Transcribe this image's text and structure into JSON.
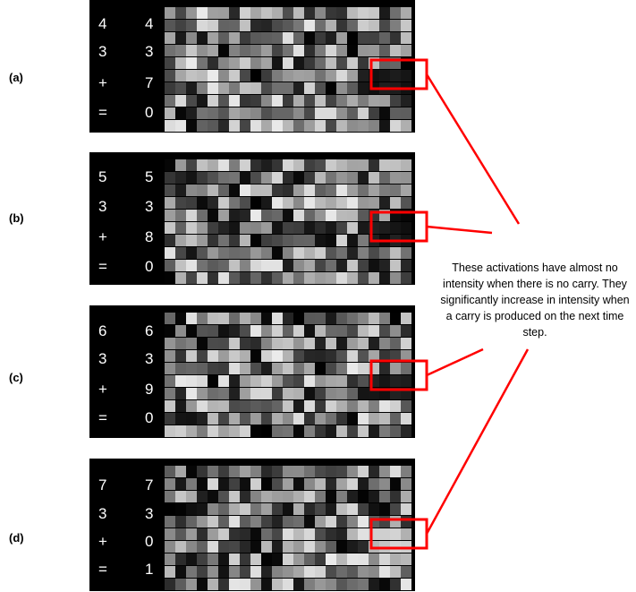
{
  "panels": [
    {
      "label": "(a)",
      "rows": [
        [
          "4",
          "4"
        ],
        [
          "3",
          "3"
        ],
        [
          "+",
          "7"
        ],
        [
          "=",
          "0"
        ]
      ]
    },
    {
      "label": "(b)",
      "rows": [
        [
          "5",
          "5"
        ],
        [
          "3",
          "3"
        ],
        [
          "+",
          "8"
        ],
        [
          "=",
          "0"
        ]
      ]
    },
    {
      "label": "(c)",
      "rows": [
        [
          "6",
          "6"
        ],
        [
          "3",
          "3"
        ],
        [
          "+",
          "9"
        ],
        [
          "=",
          "0"
        ]
      ]
    },
    {
      "label": "(d)",
      "rows": [
        [
          "7",
          "7"
        ],
        [
          "3",
          "3"
        ],
        [
          "+",
          "0"
        ],
        [
          "=",
          "1"
        ]
      ]
    }
  ],
  "callout": "These activations have almost no intensity when there is no carry. They significantly increase in intensity when a carry is produced on the next time step.",
  "colors": {
    "highlight": "#ff0000",
    "panel_bg": "#000000"
  }
}
